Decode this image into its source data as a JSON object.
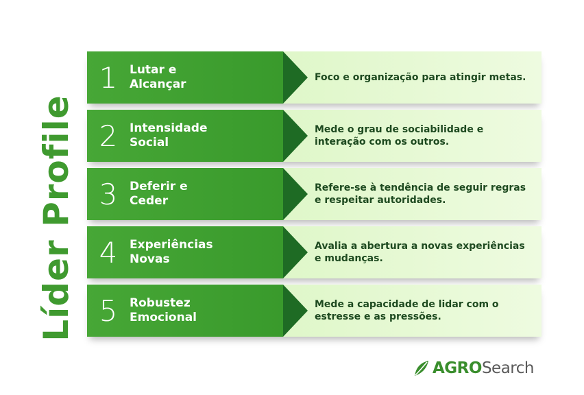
{
  "title": "Líder Profile",
  "rows": [
    {
      "number": "1",
      "label_line1": "Lutar e",
      "label_line2": "Alcançar",
      "description": "Foco e organização para atingir metas."
    },
    {
      "number": "2",
      "label_line1": "Intensidade",
      "label_line2": "Social",
      "description": "Mede o grau de sociabilidade e interação com os outros."
    },
    {
      "number": "3",
      "label_line1": "Deferir e",
      "label_line2": "Ceder",
      "description": "Refere-se à tendência de seguir regras e respeitar autoridades."
    },
    {
      "number": "4",
      "label_line1": "Experiências",
      "label_line2": "Novas",
      "description": "Avalia a abertura a novas experiências e mudanças."
    },
    {
      "number": "5",
      "label_line1": "Robustez",
      "label_line2": "Emocional",
      "description": "Mede a capacidade de lidar com o estresse e as pressões."
    }
  ],
  "logo": {
    "part1": "AGRO",
    "part2": "Search"
  },
  "colors": {
    "primary_green": "#3f9a2f",
    "arrow_dark": "#1e6b24",
    "light_green": "#dff7c9",
    "text_dark": "#1e4a20"
  }
}
